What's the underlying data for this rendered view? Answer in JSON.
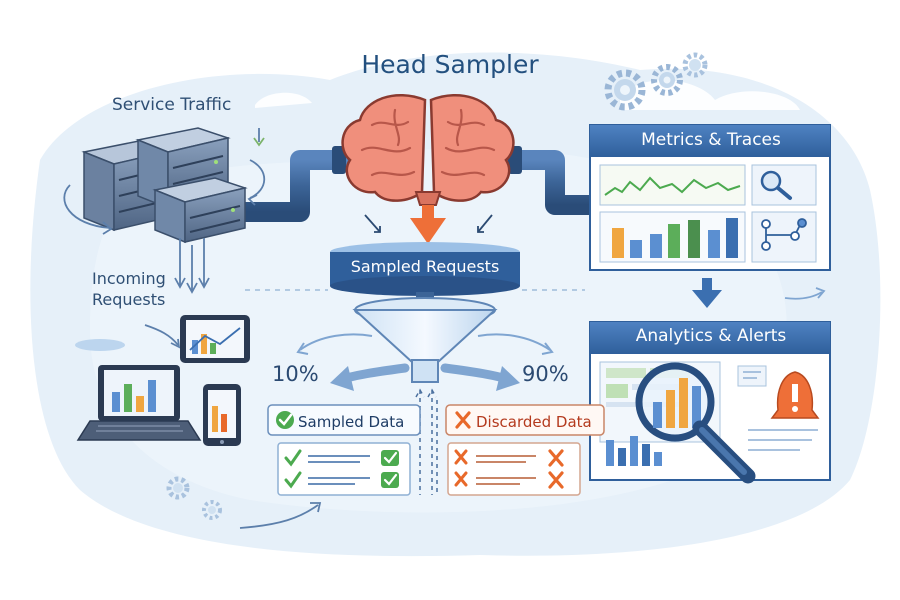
{
  "title": "Head Sampler",
  "labels": {
    "service_traffic": "Service Traffic",
    "incoming_requests_line1": "Incoming",
    "incoming_requests_line2": "Requests",
    "sampled_requests": "Sampled Requests",
    "metrics_traces": "Metrics & Traces",
    "analytics_alerts": "Analytics & Alerts",
    "sampled_data": "Sampled Data",
    "discarded_data": "Discarded Data",
    "sampled_rate": "10%",
    "discarded_rate": "90%"
  },
  "icons": {
    "brain": "brain-icon",
    "server": "server-rack-icon",
    "funnel": "funnel-icon",
    "laptop": "laptop-icon",
    "tablet": "tablet-icon",
    "phone": "phone-icon",
    "magnifier": "magnifier-icon",
    "gear": "gear-icon",
    "check": "check-icon",
    "cross": "cross-icon",
    "alert": "alert-bell-icon",
    "network": "network-nodes-icon"
  },
  "colors": {
    "title": "#23507f",
    "panel_header": "#3d6fae",
    "pipe": "#3c6497",
    "brain": "#f08f7c",
    "check_green": "#4caa4f",
    "cross_orange": "#e8692a",
    "arrow_orange": "#ee6f38",
    "background_wash": "#e3eef8"
  }
}
